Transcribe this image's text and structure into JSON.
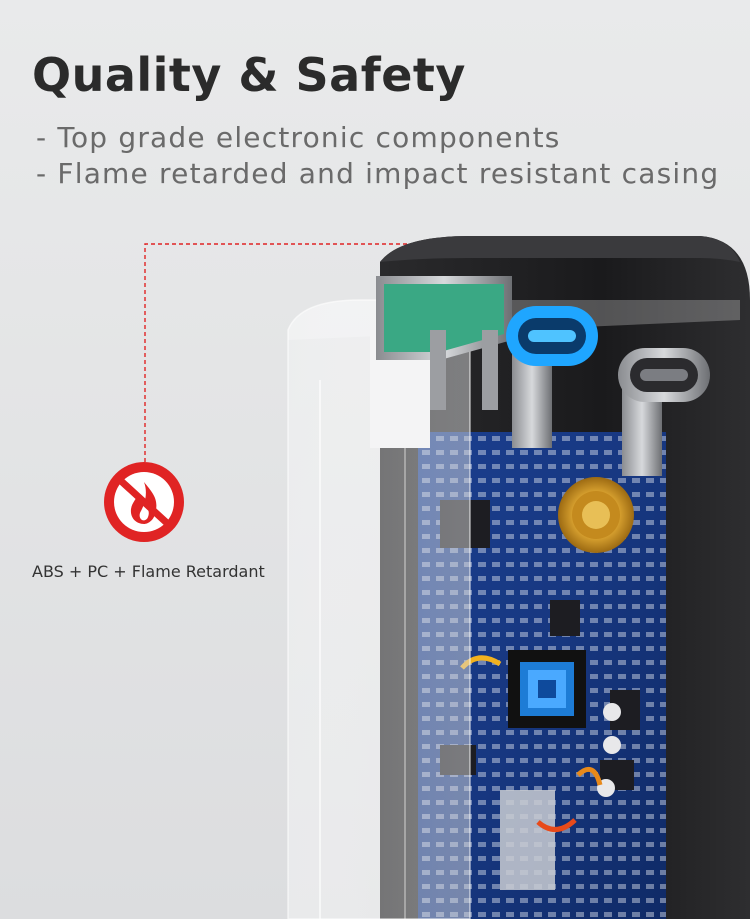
{
  "heading": "Quality & Safety",
  "features": [
    "- Top grade electronic components",
    "- Flame retarded and impact resistant casing"
  ],
  "material_callout": {
    "label": "ABS + PC + Flame Retardant",
    "icon": "no-fire-icon"
  },
  "colors": {
    "accent": "#e02424",
    "heading": "#2b2b2b",
    "text": "#6a6a6a",
    "usb_a_port": "#3aa884",
    "usb_c_glow": "#1fa6ff",
    "pcb": "#1a3d8a"
  }
}
